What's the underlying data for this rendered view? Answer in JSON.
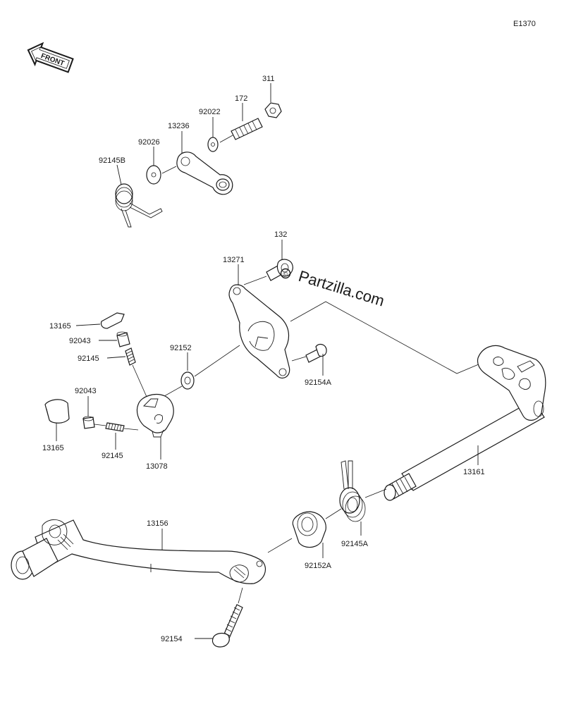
{
  "diagram_id": "E1370",
  "front_label": "FRONT",
  "watermark": "Partzilla.com",
  "labels": {
    "p311": "311",
    "p172": "172",
    "p92022": "92022",
    "p13236": "13236",
    "p92026": "92026",
    "p92145B": "92145B",
    "p132": "132",
    "p13271": "13271",
    "p13165_top": "13165",
    "p92043_top": "92043",
    "p92145_top": "92145",
    "p92152": "92152",
    "p92154A": "92154A",
    "p92043_bot": "92043",
    "p13165_bot": "13165",
    "p92145_bot": "92145",
    "p13078": "13078",
    "p13161": "13161",
    "p13156": "13156",
    "p92152A": "92152A",
    "p92145A": "92145A",
    "p92154": "92154"
  }
}
